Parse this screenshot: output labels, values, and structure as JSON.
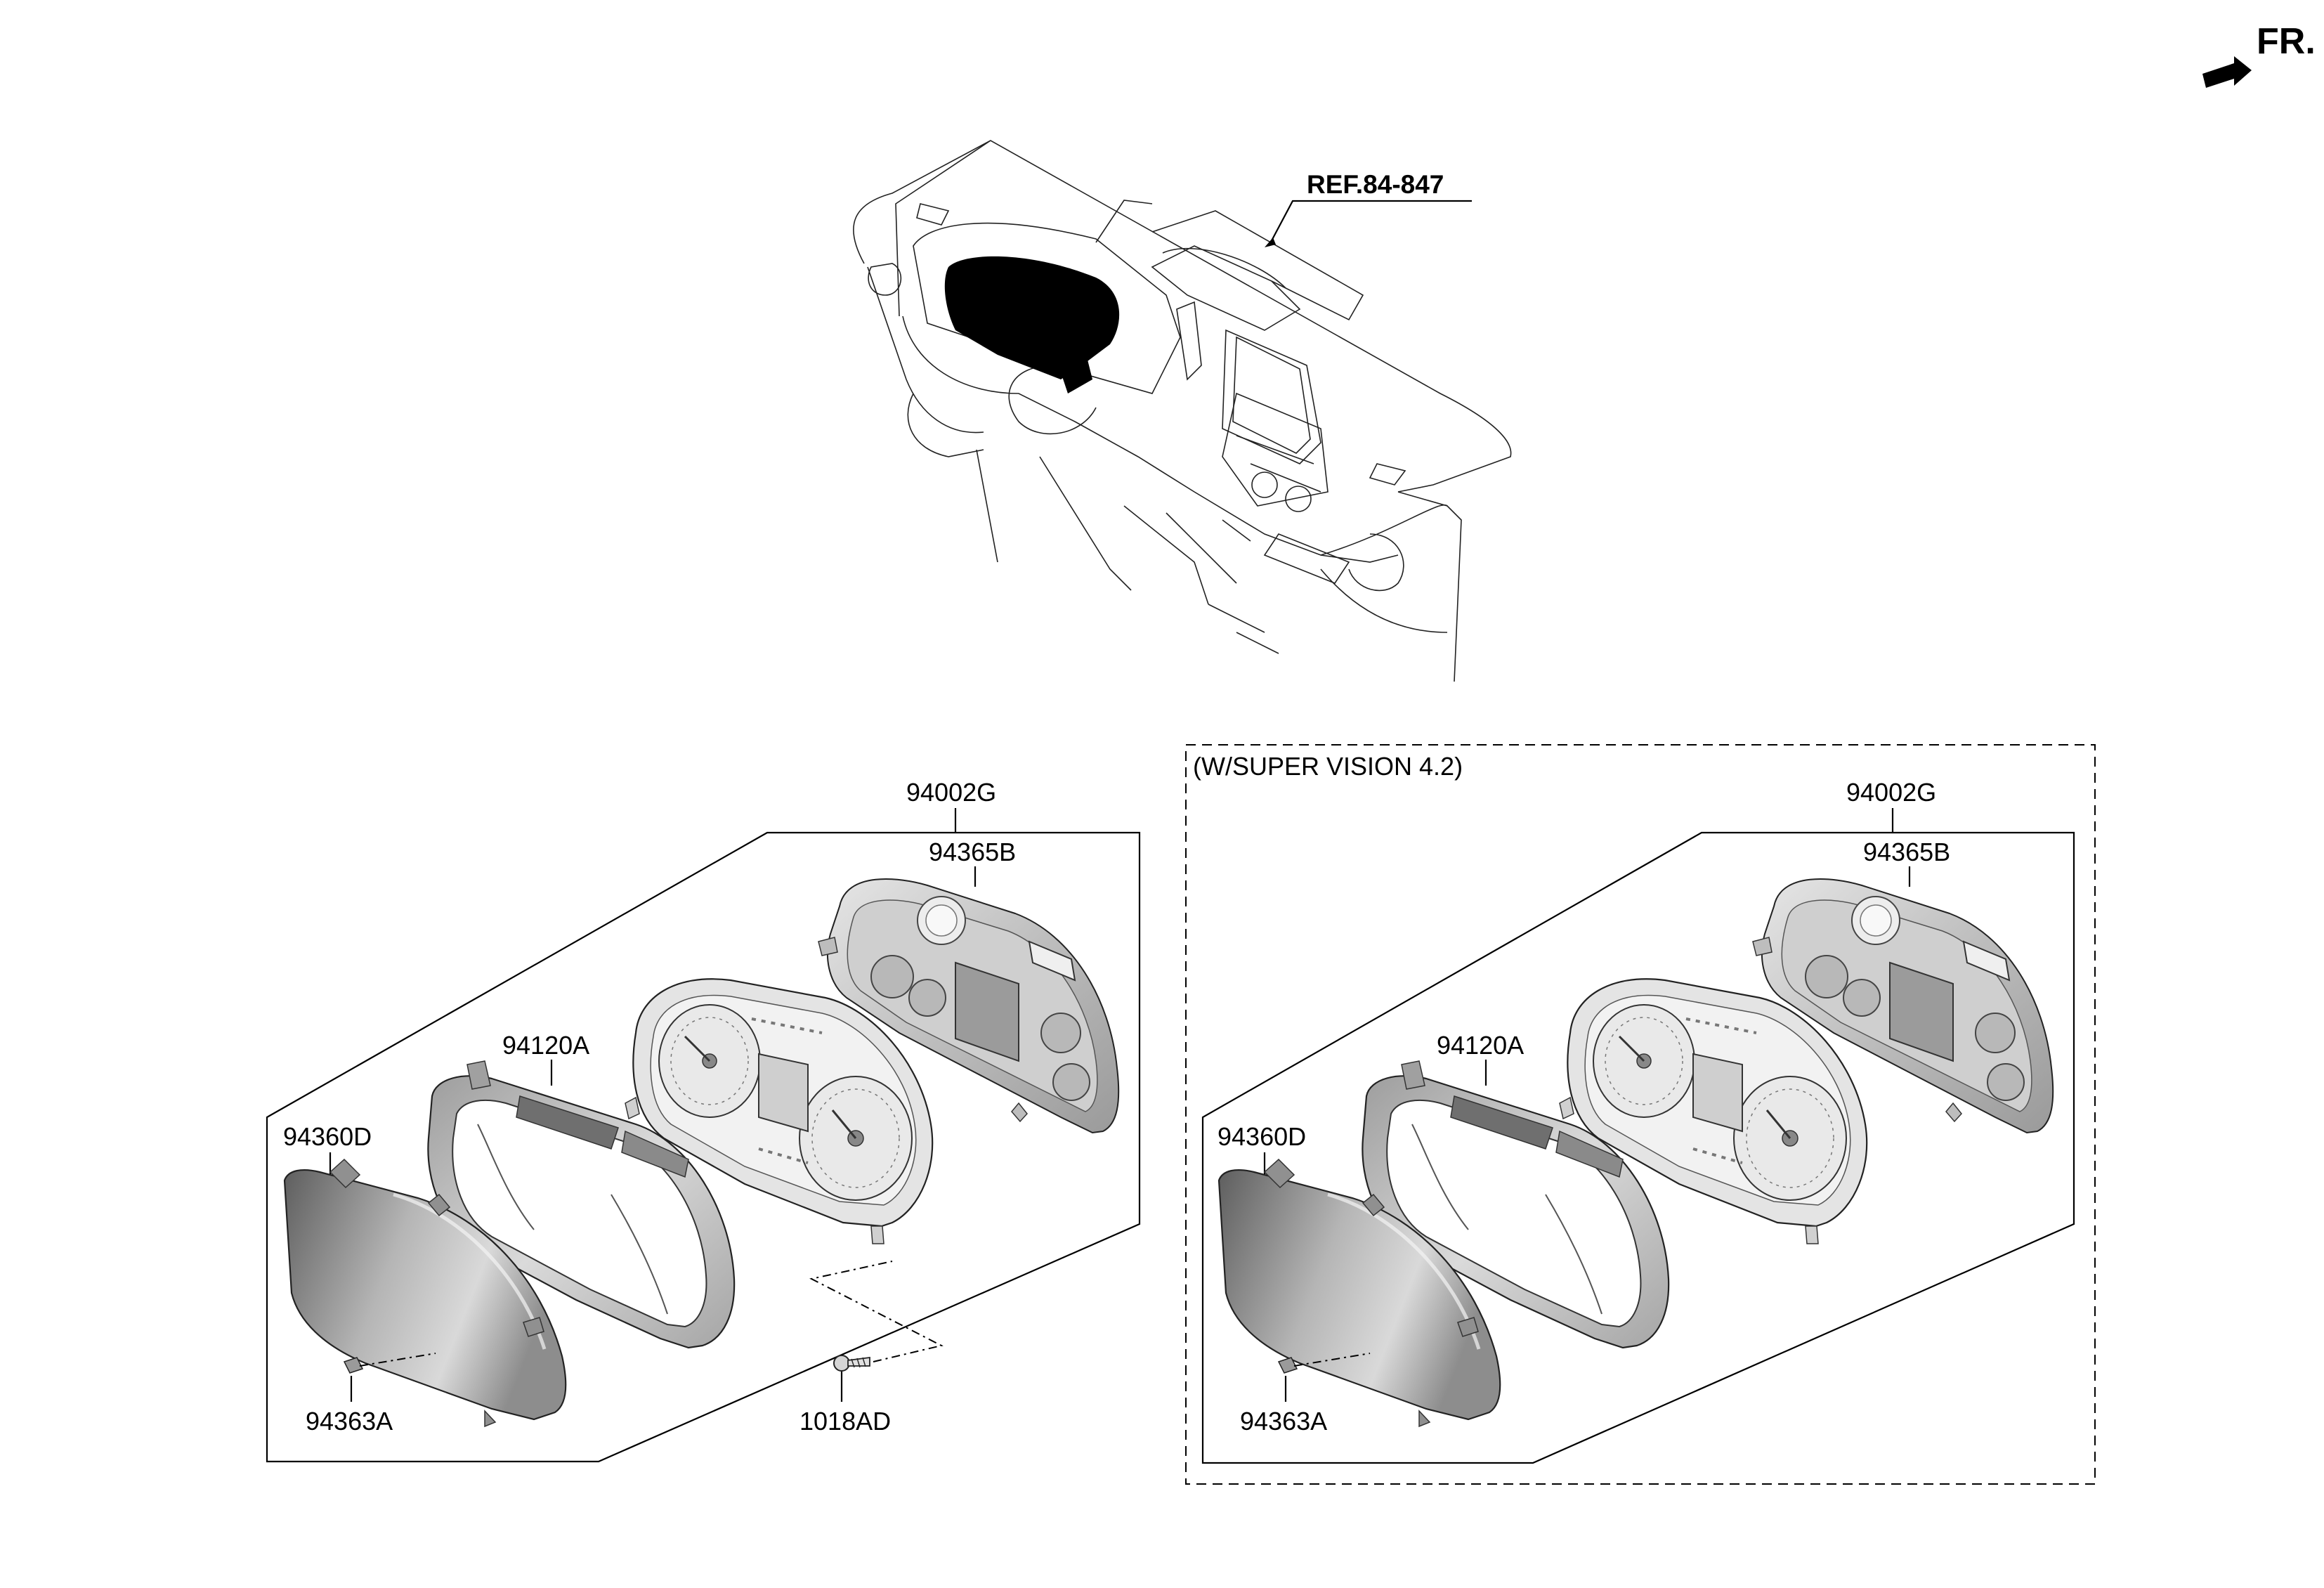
{
  "orientation": {
    "label": "FR.",
    "icon": "front-arrow-icon"
  },
  "reference": {
    "label": "REF.84-847"
  },
  "variant_box": {
    "title": "(W/SUPER VISION 4.2)"
  },
  "standard_group": {
    "assembly": "94002G",
    "rear_case": "94365B",
    "window_frame": "94120A",
    "lens": "94360D",
    "clip": "94363A",
    "screw": "1018AD"
  },
  "supervision_group": {
    "assembly": "94002G",
    "rear_case": "94365B",
    "window_frame": "94120A",
    "lens": "94360D",
    "clip": "94363A"
  },
  "colors": {
    "line": "#000000",
    "part_fill": "#c8c8c8",
    "part_dark": "#7a7a7a",
    "background": "#ffffff"
  }
}
